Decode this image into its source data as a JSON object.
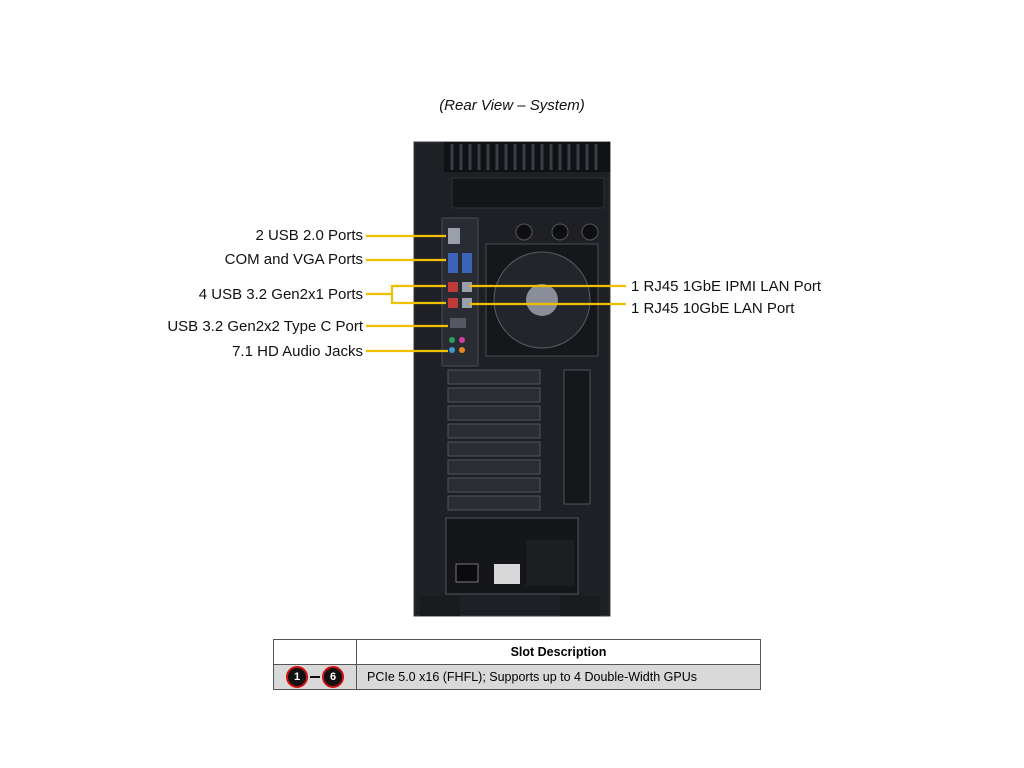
{
  "caption": "(Rear View – System)",
  "callouts": {
    "usb20": "2 USB 2.0 Ports",
    "com_vga": "COM and VGA Ports",
    "usb32_gen2x1": "4 USB 3.2 Gen2x1  Ports",
    "usb_c": "USB 3.2 Gen2x2  Type C Port",
    "audio": "7.1 HD Audio Jacks",
    "ipmi_lan": "1 RJ45 1GbE IPMI  LAN Port",
    "lan10g": "1 RJ45 10GbE LAN Port"
  },
  "colors": {
    "callout_line": "#f0c000",
    "chassis": "#1c1e24",
    "badge_ring": "#d01010",
    "table_row_bg": "#d9d9d9"
  },
  "table": {
    "header": "Slot Description",
    "row": {
      "badge_from": "1",
      "badge_to": "6",
      "description": "PCIe 5.0 x16 (FHFL);  Supports up to 4 Double-Width  GPUs"
    }
  }
}
